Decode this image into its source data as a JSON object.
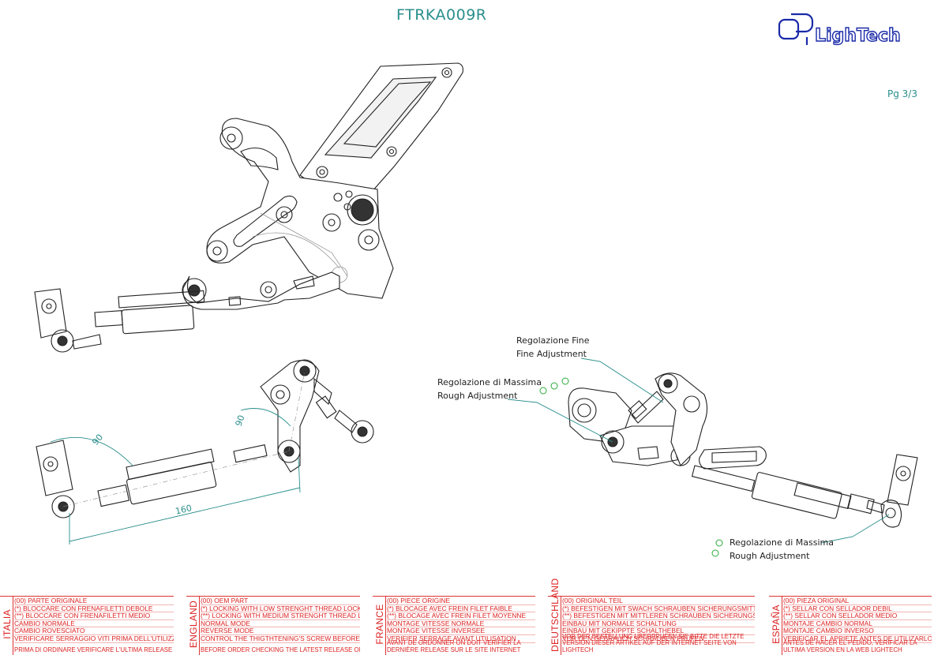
{
  "header": {
    "title": "FTRKA009R",
    "page": "Pg 3/3",
    "brand_logo_text": "LighTech"
  },
  "callouts": {
    "fine_it": "Regolazione Fine",
    "fine_en": "Fine Adjustment",
    "rough1_it": "Regolazione di Massima",
    "rough1_en": "Rough Adjustment",
    "rough2_it": "Regolazione di Massima",
    "rough2_en": "Rough Adjustment"
  },
  "dimensions": {
    "angle_left": "90",
    "angle_right": "90",
    "length": "160"
  },
  "legend": [
    {
      "country": "ITALIA",
      "lines": [
        "(00) PARTE ORIGINALE",
        "(*)   BLOCCARE CON FRENAFILETTI DEBOLE",
        "(**)  BLOCCARE CON FRENAFILETTI MEDIO",
        "CAMBIO NORMALE",
        "CAMBIO ROVESCIATO",
        "VERIFICARE SERRAGGIO VITI PRIMA DELL'UTILIZZO"
      ],
      "foot": "PRIMA DI ORDINARE VERIFICARE L'ULTIMA RELEASE SUL SITO"
    },
    {
      "country": "ENGLAND",
      "lines": [
        "(00) OEM PART",
        "(*)   LOCKING WITH LOW STRENGHT THREAD LOCKER",
        "(**)  LOCKING WITH MEDIUM STRENGHT THREAD LOCKER",
        "NORMAL MODE",
        "REVERSE MODE",
        "CONTROL THE THIGTHTENING'S SCREW BEFORE USING"
      ],
      "foot": "BEFORE ORDER CHECKING THE LATEST RELEASE ON WEBSITE"
    },
    {
      "country": "FRANCE",
      "lines": [
        "(00) PIECE ORIGINE",
        "(*)   BLOCAGE AVEC FREIN FILET FAIBLE",
        "(**)  BLOCAGE AVEC FREIN FILET MOYENNE",
        "MONTAGE VITESSE NORMALE",
        "MONTAGE VITESSE INVERSEE",
        "VERIFIER SERRAGE AVANT UTILISATION"
      ],
      "foot": "AVANT DE ORDONNER ON DOIT VÉRIFIER LA DERNIÈRE RELEASE SUR LE SITE INTERNET"
    },
    {
      "country": "DEUTSCHLAND",
      "lines": [
        "(00) ORIGINAL TEIL",
        "(*)   BEFESTIGEN MIT SWACH SCHRAUBEN SICHERUNGSMITTEL",
        "(**)  BEFESTIGEN MIT MITTLEREN SCHRAUBEN SICHERUNGSMITTEL",
        "EINBAU MIT NORMALE SCHALTUNG",
        "EINBAU MIT GEKIPPTE SCHALTHEBEL",
        "VOR DEN GEBRAUCH SCHRAUBEN PRÜFEN"
      ],
      "foot": "VOR DER BESTELLUNG ÜBERPRÜFEN SIE BITTE DIE LETZTE VERSION DIESER ARTIKEL AUF DER INTERNET SEITE VON LIGHTECH"
    },
    {
      "country": "ESPAÑA",
      "lines": [
        "(00) PIEZA ORIGINAL",
        "(*)   SELLAR CON SELLADOR DEBIL",
        "(**)  SELLAR CON SELLADOR MEDIO",
        "MONTAJE  CAMBIO NORMAL",
        "MONTAJE  CAMBIO INVERSO",
        "VERIFICAR EL APRIETE ANTES DE UTILIZARLO"
      ],
      "foot": "ANTES DE HACER EL PEDIDO, VERIFICAR LA ULTIMA VERSION EN LA WEB LIGHTECH"
    }
  ]
}
